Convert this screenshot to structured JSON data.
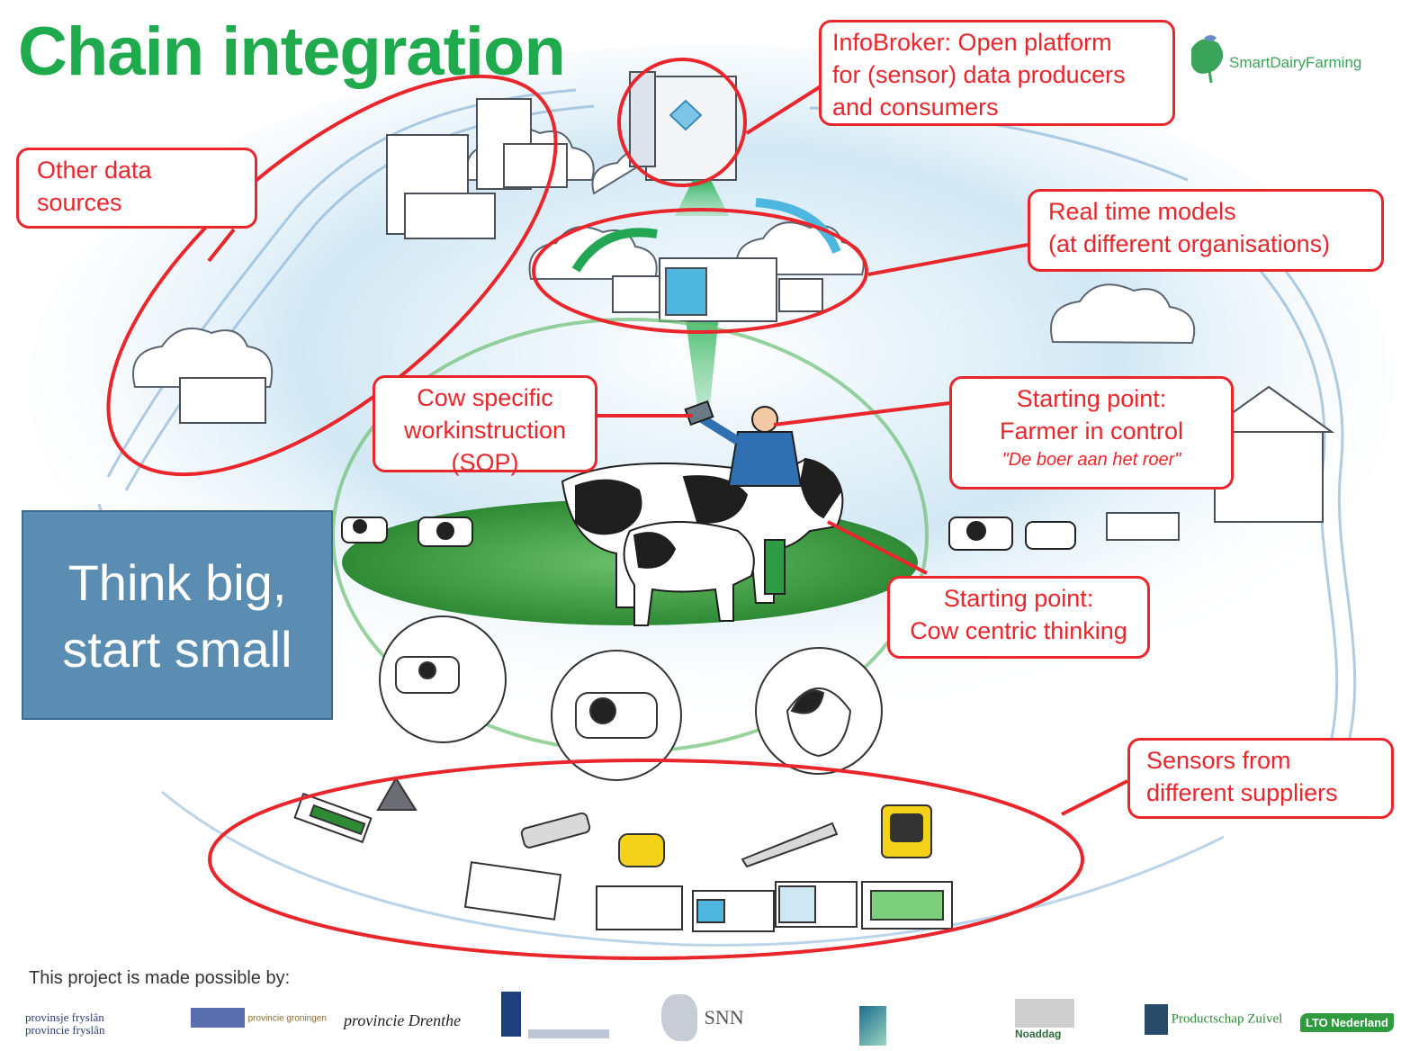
{
  "title": "Chain integration",
  "brand": {
    "name": "SmartDairyFarming",
    "accent": "#3aa55a"
  },
  "callouts": {
    "infobroker": [
      "InfoBroker: Open platform",
      "for (sensor) data producers",
      "and consumers"
    ],
    "other_sources": [
      "Other data",
      "sources"
    ],
    "realtime": [
      "Real time models",
      "(at different organisations)"
    ],
    "cow_specific": [
      "Cow specific",
      "workinstruction",
      "(SOP)"
    ],
    "farmer": [
      "Starting point:",
      "Farmer in control"
    ],
    "farmer_quote": "\"De boer aan het roer\"",
    "cow_centric": [
      "Starting point:",
      "Cow centric thinking"
    ],
    "sensors": [
      "Sensors from",
      "different suppliers"
    ]
  },
  "think_big": [
    "Think big,",
    "start small"
  ],
  "sponsors": {
    "title": "This project is  made possible by:",
    "items": [
      "provinsje fryslân",
      "provincie fryslân",
      "provincie groningen",
      "provincie Drenthe",
      "SNN",
      "Noaddag",
      "Productschap Zuivel",
      "LTO Nederland"
    ]
  },
  "colors": {
    "title": "#1faa4e",
    "callout": "#e8262b",
    "think_box": "#5b8db3",
    "grass": "#3f9a3a",
    "sky": "#bcdcee"
  }
}
